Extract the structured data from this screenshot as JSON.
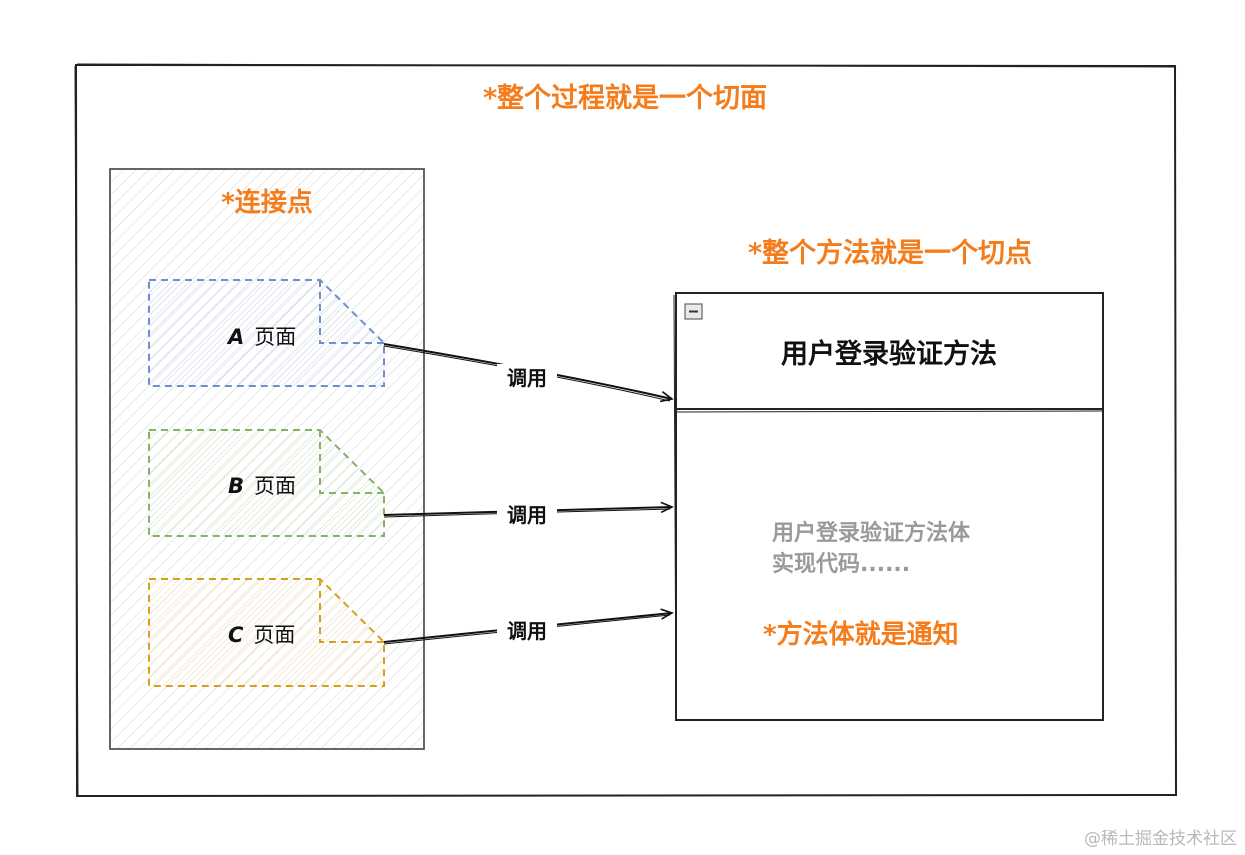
{
  "outer": {
    "title": "*整个过程就是一个切面"
  },
  "joinpoints": {
    "title": "*连接点",
    "pages": [
      {
        "letter": "A",
        "label": "页面",
        "color": "#6d8fd0"
      },
      {
        "letter": "B",
        "label": "页面",
        "color": "#82b366"
      },
      {
        "letter": "C",
        "label": "页面",
        "color": "#d6a11a"
      }
    ]
  },
  "pointcut": {
    "title": "*整个方法就是一个切点",
    "method_name": "用户登录验证方法",
    "body_line1": "用户登录验证方法体",
    "body_line2": "实现代码......",
    "advice": "*方法体就是通知"
  },
  "arrows": {
    "label": "调用"
  },
  "colors": {
    "accent": "#f57c1a",
    "body_text": "#9a9a9a"
  },
  "watermark": "@稀土掘金技术社区"
}
